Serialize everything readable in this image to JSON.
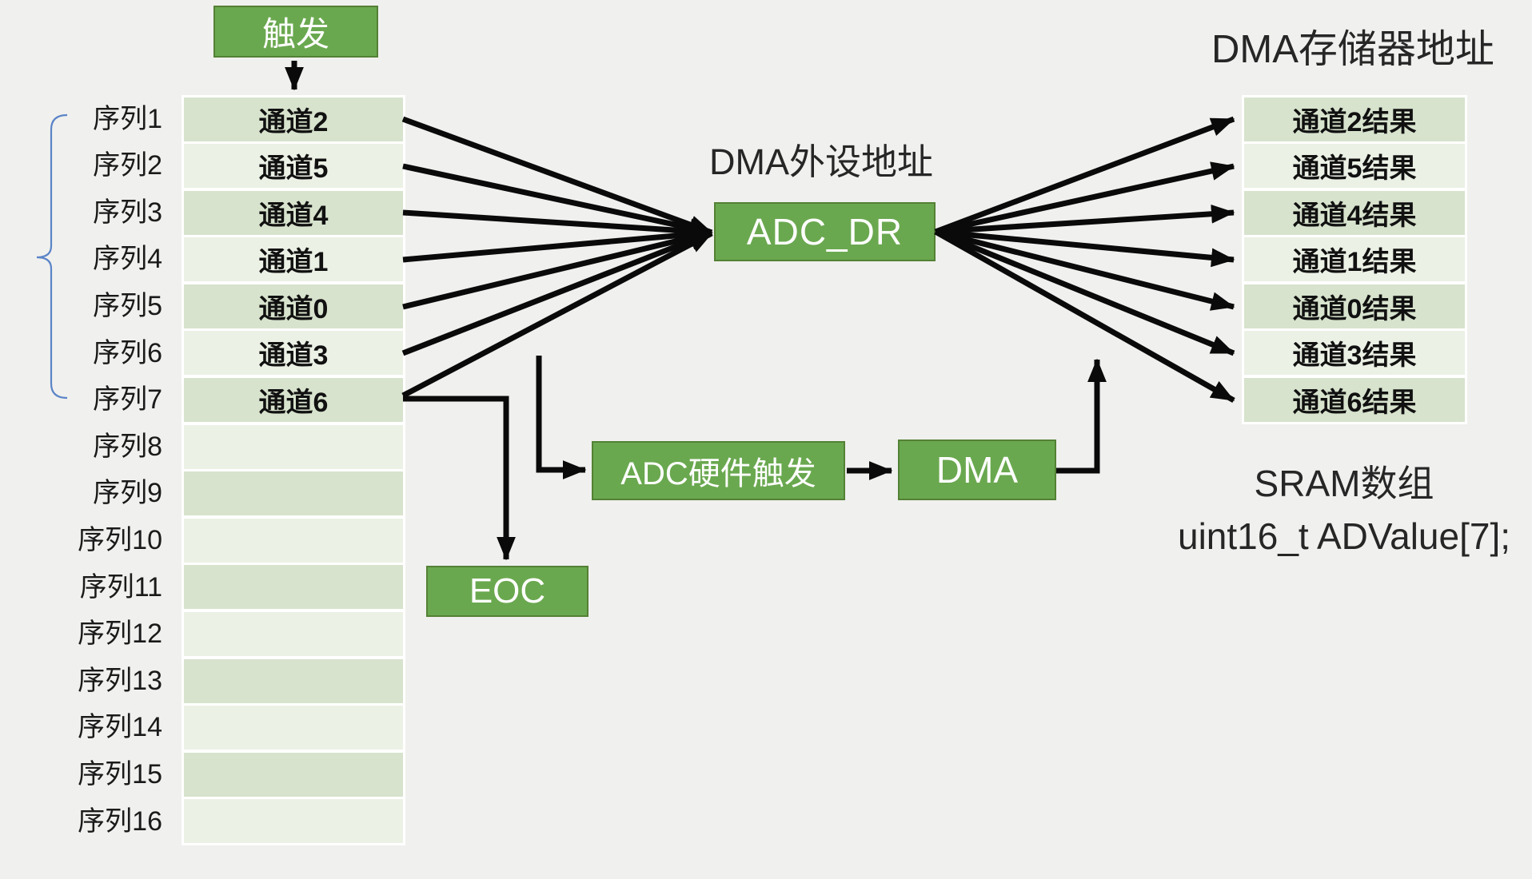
{
  "trigger": {
    "label": "触发"
  },
  "sequence_table": {
    "labels": [
      "序列1",
      "序列2",
      "序列3",
      "序列4",
      "序列5",
      "序列6",
      "序列7",
      "序列8",
      "序列9",
      "序列10",
      "序列11",
      "序列12",
      "序列13",
      "序列14",
      "序列15",
      "序列16"
    ],
    "cells": [
      "通道2",
      "通道5",
      "通道4",
      "通道1",
      "通道0",
      "通道3",
      "通道6",
      "",
      "",
      "",
      "",
      "",
      "",
      "",
      "",
      ""
    ]
  },
  "peripheral": {
    "title": "DMA外设地址",
    "adc_dr_label": "ADC_DR"
  },
  "flow": {
    "adc_hw_trigger_label": "ADC硬件触发",
    "dma_label": "DMA",
    "eoc_label": "EOC"
  },
  "memory_table": {
    "title": "DMA存储器地址",
    "cells": [
      "通道2结果",
      "通道5结果",
      "通道4结果",
      "通道1结果",
      "通道0结果",
      "通道3结果",
      "通道6结果"
    ]
  },
  "sram_caption": {
    "line1": "SRAM数组",
    "line2": "uint16_t ADValue[7];"
  },
  "colors": {
    "background": "#f0f0ee",
    "box_green": "#6aa84f",
    "box_border": "#538135",
    "row_tint_dark": "#d7e3cd",
    "row_tint_light": "#ebf1e5",
    "brace_blue": "#5b84c8",
    "arrow_black": "#0a0a0a"
  }
}
